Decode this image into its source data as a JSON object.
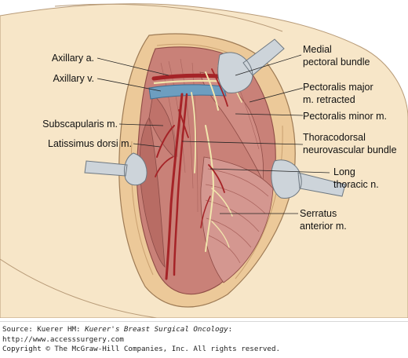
{
  "labels": {
    "axillary_a": "Axillary a.",
    "axillary_v": "Axillary v.",
    "subscapularis": "Subscapularis m.",
    "latissimus": "Latissimus dorsi m.",
    "medial_pectoral_1": "Medial",
    "medial_pectoral_2": "pectoral bundle",
    "pec_major_1": "Pectoralis major",
    "pec_major_2": "m. retracted",
    "pec_minor": "Pectoralis minor m.",
    "thoracodorsal_1": "Thoracodorsal",
    "thoracodorsal_2": "neurovascular bundle",
    "long_thoracic_1": "Long",
    "long_thoracic_2": "thoracic n.",
    "serratus_1": "Serratus",
    "serratus_2": "anterior m."
  },
  "caption": {
    "source_prefix": "Source: Kuerer HM: ",
    "source_title": "Kuerer's Breast Surgical Oncology",
    "source_suffix": ":",
    "url": "http://www.accesssurgery.com",
    "copyright": "Copyright © The McGraw-Hill Companies, Inc. All rights reserved."
  },
  "colors": {
    "skin": "#f3dcb4",
    "fat": "#e9c99a",
    "muscle": "#c2776f",
    "muscle_dark": "#a65a55",
    "artery": "#b0262a",
    "vein": "#5a8fb3",
    "nerve": "#f4e9b0",
    "retractor": "#c9d0d6",
    "leader": "#222222"
  }
}
